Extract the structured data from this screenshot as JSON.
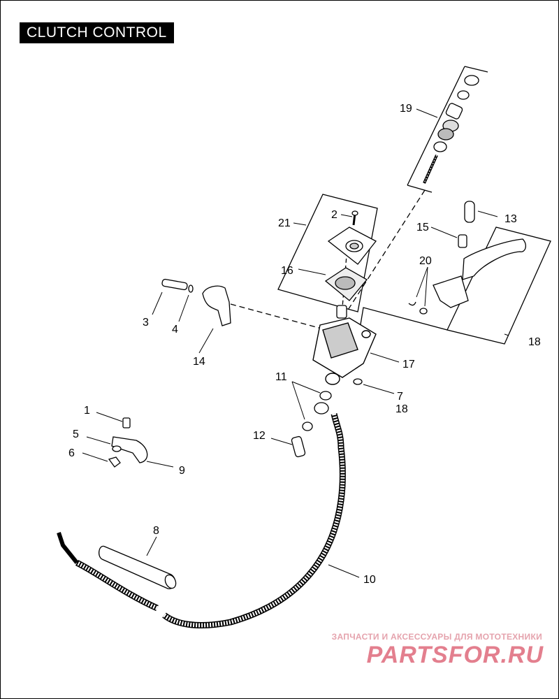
{
  "title": "CLUTCH CONTROL",
  "callouts": {
    "c1": "1",
    "c2": "2",
    "c3": "3",
    "c4": "4",
    "c5": "5",
    "c6": "6",
    "c7": "7",
    "c8": "8",
    "c9": "9",
    "c10": "10",
    "c11": "11",
    "c12": "12",
    "c13": "13",
    "c14": "14",
    "c15": "15",
    "c16": "16",
    "c17": "17",
    "c18a": "18",
    "c18b": "18",
    "c19": "19",
    "c20": "20",
    "c21": "21"
  },
  "watermark": {
    "tagline": "ЗАПЧАСТИ И АКСЕССУАРЫ ДЛЯ МОТОТЕХНИКИ",
    "logo": "PARTSFOR.RU",
    "color": "#e37f8e"
  }
}
